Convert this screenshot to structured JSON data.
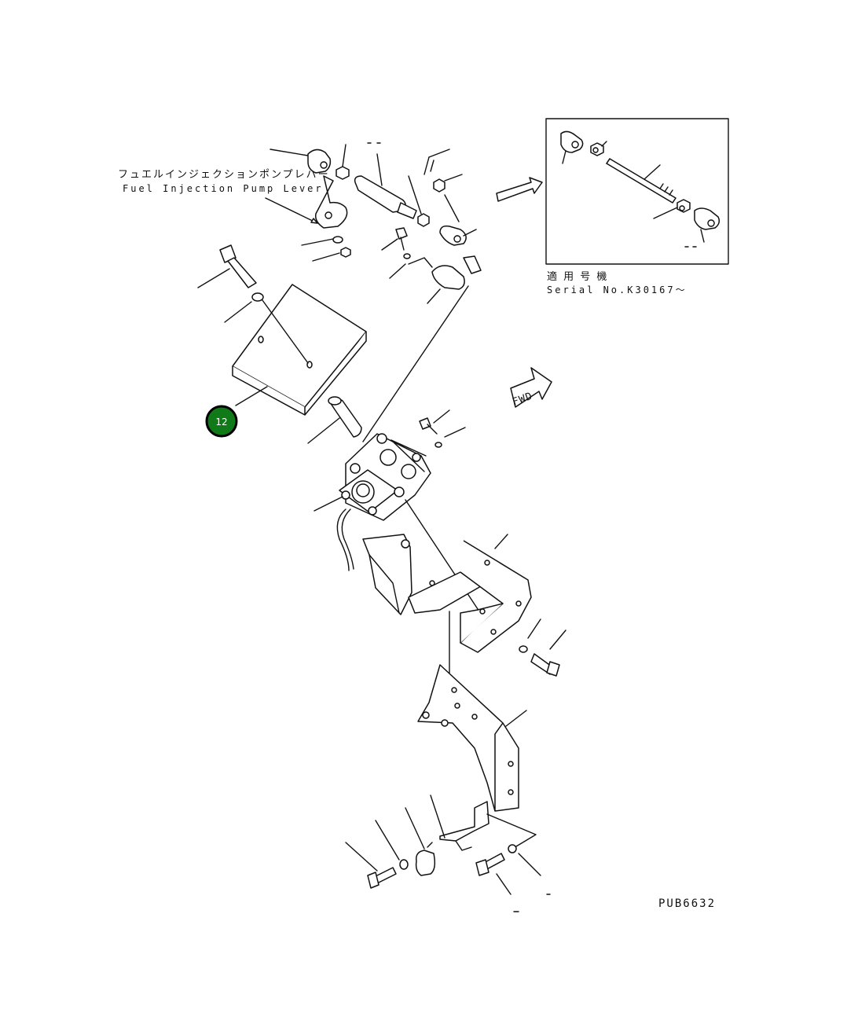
{
  "labels": {
    "fuel_lever_jp": "フュエルインジェクションポンプレバー",
    "fuel_lever_en": "Fuel Injection Pump Lever",
    "applicable_jp": "適 用 号 機",
    "serial": "Serial No.K30167～",
    "fwd": "FWD",
    "drawing_no": "PUB6632"
  },
  "callout": {
    "number": "12",
    "color": "#0f7a17"
  }
}
